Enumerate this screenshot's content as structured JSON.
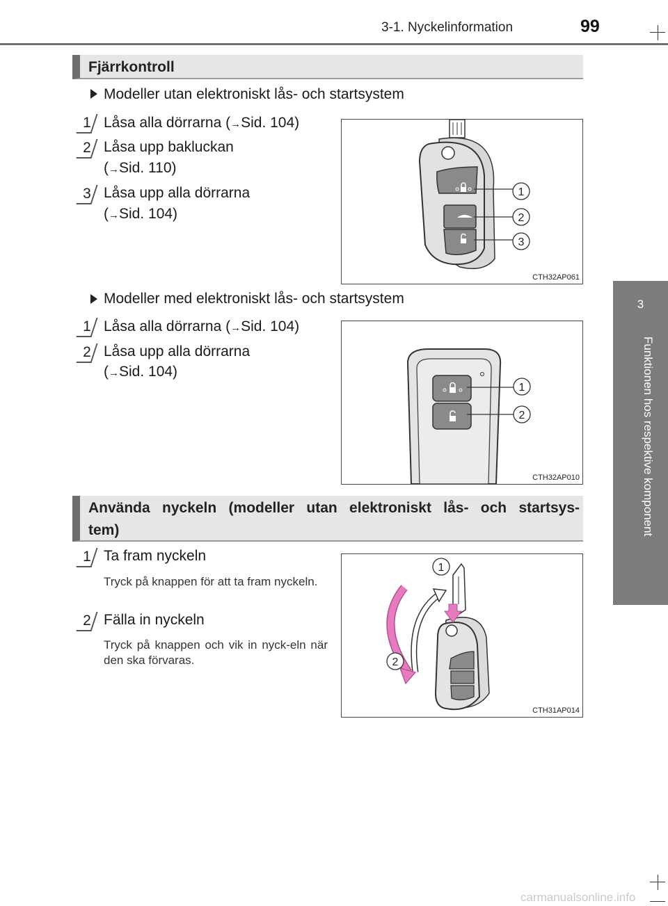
{
  "header": {
    "section": "3-1. Nyckelinformation",
    "page": "99"
  },
  "side_tab": {
    "chapter": "3",
    "label": "Funktionen hos respektive komponent"
  },
  "section1": {
    "title": "Fjärrkontroll",
    "model_a": {
      "heading": "Modeller utan elektroniskt lås- och startsystem",
      "items": [
        {
          "num": "1",
          "lines": [
            "Låsa alla dörrarna (",
            "Sid. 104)"
          ]
        },
        {
          "num": "2",
          "line1": "Låsa upp bakluckan",
          "line2": "Sid. 110)"
        },
        {
          "num": "3",
          "line1": "Låsa upp alla dörrarna",
          "line2": "Sid. 104)"
        }
      ],
      "figure": {
        "code": "CTH32AP061",
        "callouts": [
          "1",
          "2",
          "3"
        ]
      }
    },
    "model_b": {
      "heading": "Modeller med elektroniskt lås- och startsystem",
      "items": [
        {
          "num": "1",
          "lines": [
            "Låsa alla dörrarna (",
            "Sid. 104)"
          ]
        },
        {
          "num": "2",
          "line1": "Låsa upp alla dörrarna",
          "line2": "Sid. 104)"
        }
      ],
      "figure": {
        "code": "CTH32AP010",
        "callouts": [
          "1",
          "2"
        ]
      }
    }
  },
  "section2": {
    "title_line1": "Använda nyckeln (modeller utan elektroniskt lås- och startsys-",
    "title_line2": "tem)",
    "items": [
      {
        "num": "1",
        "title": "Ta fram nyckeln",
        "desc": "Tryck på knappen för att ta fram nyckeln."
      },
      {
        "num": "2",
        "title": "Fälla in nyckeln",
        "desc": "Tryck på knappen och vik in nyck-eln när den ska förvaras."
      }
    ],
    "figure": {
      "code": "CTH31AP014",
      "callouts": [
        "1",
        "2"
      ]
    }
  },
  "arrow_glyph": "→",
  "paren_open": "(",
  "watermark": "carmanualsonline.info",
  "colors": {
    "header_bar": "#e4e7e5",
    "side_tab": "#7c7c7c",
    "arrow_pink": "#e77bc0"
  }
}
